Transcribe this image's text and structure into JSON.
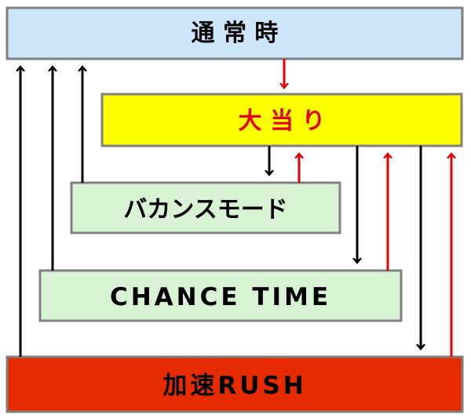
{
  "diagram": {
    "states": [
      {
        "id": "normal",
        "label": "通 常 時",
        "fill": "#cce5fb",
        "text_color": "#000000"
      },
      {
        "id": "bigwin",
        "label": "大 当 り",
        "fill": "#ffff00",
        "text_color": "#e60000"
      },
      {
        "id": "vacation",
        "label": "バカンスモード",
        "fill": "#d7f3d4",
        "text_color": "#000000"
      },
      {
        "id": "chance",
        "label": "CHANCE TIME",
        "fill": "#d7f3d4",
        "text_color": "#000000"
      },
      {
        "id": "rush",
        "label": "加速RUSH",
        "fill": "#e62b00",
        "text_color": "#000000"
      }
    ],
    "arrow_colors": {
      "black": "#000000",
      "red": "#e60000"
    },
    "border_color": "#808080"
  }
}
